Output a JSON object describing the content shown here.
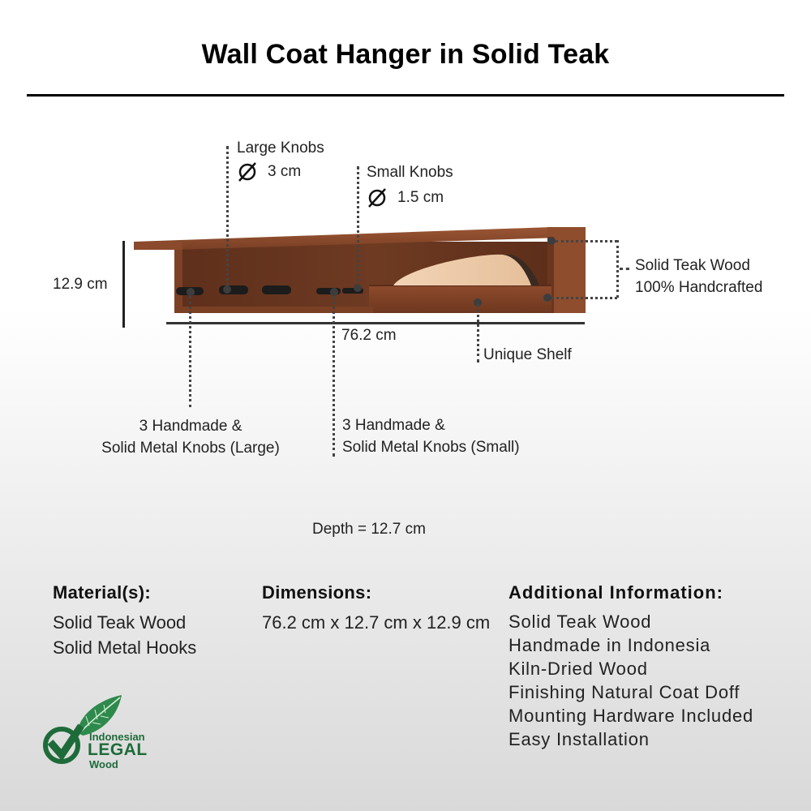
{
  "title": "Wall Coat Hanger in Solid Teak",
  "diagram": {
    "large_knobs": {
      "label": "Large Knobs",
      "diameter": "3 cm"
    },
    "small_knobs": {
      "label": "Small Knobs",
      "diameter": "1.5  cm"
    },
    "height": "12.9 cm",
    "width": "76.2 cm",
    "teak_callout": {
      "line1": "Solid Teak Wood",
      "line2": "100% Handcrafted"
    },
    "shelf_callout": "Unique Shelf",
    "large_knobs_callout": {
      "line1": "3 Handmade &",
      "line2": "Solid Metal Knobs (Large)"
    },
    "small_knobs_callout": {
      "line1": "3 Handmade &",
      "line2": "Solid Metal Knobs (Small)"
    },
    "depth": "Depth = 12.7 cm"
  },
  "info": {
    "material": {
      "heading": "Material(s):",
      "items": [
        "Solid Teak Wood",
        "Solid Metal Hooks"
      ]
    },
    "dimensions": {
      "heading": "Dimensions:",
      "items": [
        "76.2 cm x 12.7 cm x 12.9 cm"
      ]
    },
    "additional": {
      "heading": "Additional Information:",
      "items": [
        "Solid Teak Wood",
        "Handmade in Indonesia",
        "Kiln-Dried Wood",
        "Finishing Natural Coat Doff",
        "Mounting Hardware Included",
        "Easy Installation"
      ]
    }
  },
  "logo": {
    "line1": "Indonesian",
    "line2": "LEGAL",
    "line3": "Wood",
    "color": "#1e6b3a"
  },
  "colors": {
    "wood_dark": "#6e3a22",
    "wood_mid": "#8b4a2b",
    "wood_light": "#a5603a",
    "knob": "#1c1c1c",
    "paper": "#f0cfae"
  }
}
